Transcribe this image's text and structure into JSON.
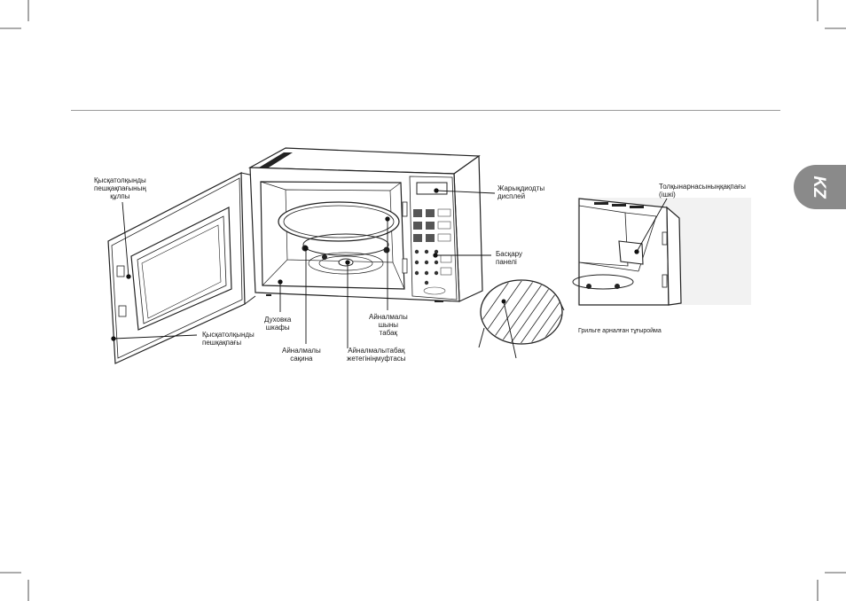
{
  "language_tab": "KZ",
  "labels": {
    "door_latch": [
      "Қысқатолқынды",
      "пешқақпағының",
      "құлпы"
    ],
    "display": [
      "Жарықдиодты",
      "дисплей"
    ],
    "control_panel": [
      "Басқару",
      "панелі"
    ],
    "oven_cavity": [
      "Духовка",
      "шкафы"
    ],
    "roller_ring": [
      "Айналмалы",
      "сақина"
    ],
    "glass_tray": [
      "Айналмалы",
      "шыны",
      "табақ"
    ],
    "turntable_coupler": [
      "Айналмалытабақ",
      "жетегініңмуфтасы"
    ],
    "door": [
      "Қысқатолқынды",
      "пешқақпағы"
    ],
    "waveguide_cover": [
      "Толқынарнасыныңқақпағы",
      "(ішкі)"
    ],
    "grill_rack": "Грильге арналған тұғыройма"
  },
  "colors": {
    "tab": "#8a8a8a",
    "rule": "#9a9a9a",
    "ink": "#1a1a1a"
  }
}
